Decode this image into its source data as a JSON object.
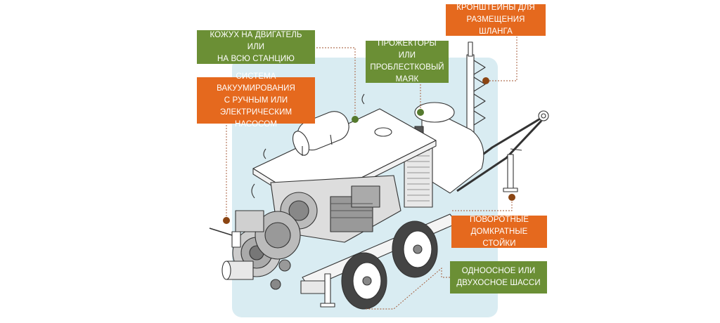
{
  "colors": {
    "green": "#6b8f35",
    "orange": "#e5691e",
    "panel": "#d9ecf2",
    "leader": "#a0522d",
    "dot_green": "#557a2e",
    "dot_brown": "#8b4513"
  },
  "callouts": {
    "hood": "КОЖУХ НА ДВИГАТЕЛЬ ИЛИ\nНА ВСЮ СТАНЦИЮ",
    "vacuum": "СИСТЕМА ВАКУУМИРОВАНИЯ\nС РУЧНЫМ ИЛИ\nЭЛЕКТРИЧЕСКИМ НАСОСОМ",
    "lights": "ПРОЖЕКТОРЫ ИЛИ\nПРОБЛЕСТКОВЫЙ\nМАЯК",
    "brackets": "КРОНШТЕЙНЫ ДЛЯ\nРАЗМЕЩЕНИЯ ШЛАНГА",
    "jacks": "ПОВОРОТНЫЕ\nДОМКРАТНЫЕ СТОЙКИ",
    "chassis": "ОДНООСНОЕ ИЛИ\nДВУХОСНОЕ ШАССИ"
  }
}
